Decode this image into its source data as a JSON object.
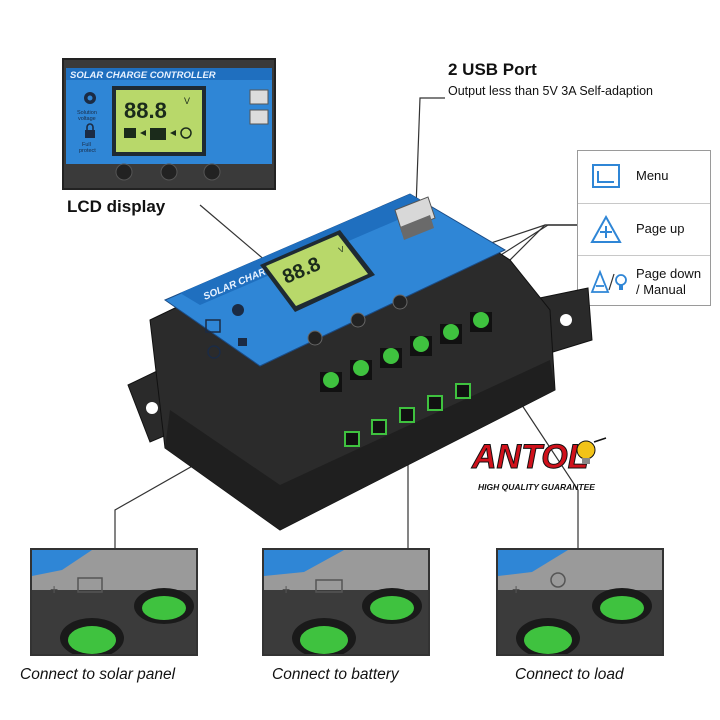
{
  "lcd_inset": {
    "header_text": "SOLAR CHARGE CONTROLLER",
    "reading": "88.8",
    "unit": "V",
    "left_label_1a": "Solution",
    "left_label_1b": "voltage",
    "left_label_2a": "Full",
    "left_label_2b": "protect",
    "caption": "LCD display"
  },
  "usb": {
    "title": "2 USB Port",
    "subtitle": "Output less than 5V 3A Self-adaption"
  },
  "legend": {
    "items": [
      {
        "label_1": "Menu",
        "label_2": "",
        "icon": "menu-icon"
      },
      {
        "label_1": "Page up",
        "label_2": "",
        "icon": "page-up-icon"
      },
      {
        "label_1": "Page down",
        "label_2": "/ Manual",
        "icon": "page-down-manual-icon"
      }
    ]
  },
  "product": {
    "header_text": "SOLAR CHARGE CONTROLLER",
    "reading": "88.8",
    "unit": "V"
  },
  "brand": {
    "name": "ANTOL",
    "tagline": "HIGH QUALITY GUARANTEE",
    "colors": {
      "name": "#d0111b",
      "bulb": "#f2c318",
      "outline": "#111111"
    }
  },
  "terminals": [
    {
      "caption": "Connect to solar panel"
    },
    {
      "caption": "Connect to battery"
    },
    {
      "caption": "Connect to load"
    }
  ],
  "colors": {
    "panel_blue": "#2f86d6",
    "lcd_green": "#b8d86a",
    "button_green": "#3fc23f",
    "housing": "#2b2b2b"
  }
}
